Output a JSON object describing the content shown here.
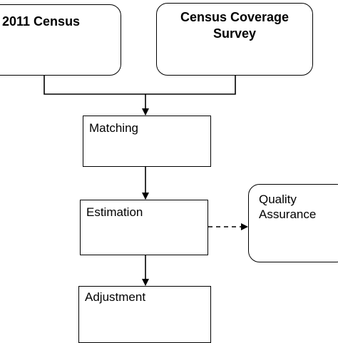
{
  "diagram": {
    "nodes": {
      "census": {
        "label": "2011 Census"
      },
      "ccs": {
        "line1": "Census Coverage",
        "line2": "Survey"
      },
      "matching": {
        "label": "Matching"
      },
      "estimation": {
        "label": "Estimation"
      },
      "adjustment": {
        "label": "Adjustment"
      },
      "qa": {
        "line1": "Quality",
        "line2": "Assurance"
      }
    },
    "edges": [
      {
        "from": "census",
        "to": "matching",
        "style": "solid"
      },
      {
        "from": "ccs",
        "to": "matching",
        "style": "solid"
      },
      {
        "from": "matching",
        "to": "estimation",
        "style": "solid"
      },
      {
        "from": "estimation",
        "to": "adjustment",
        "style": "solid"
      },
      {
        "from": "estimation",
        "to": "qa",
        "style": "dashed"
      }
    ],
    "colors": {
      "stroke": "#000000",
      "fill": "#ffffff"
    }
  }
}
